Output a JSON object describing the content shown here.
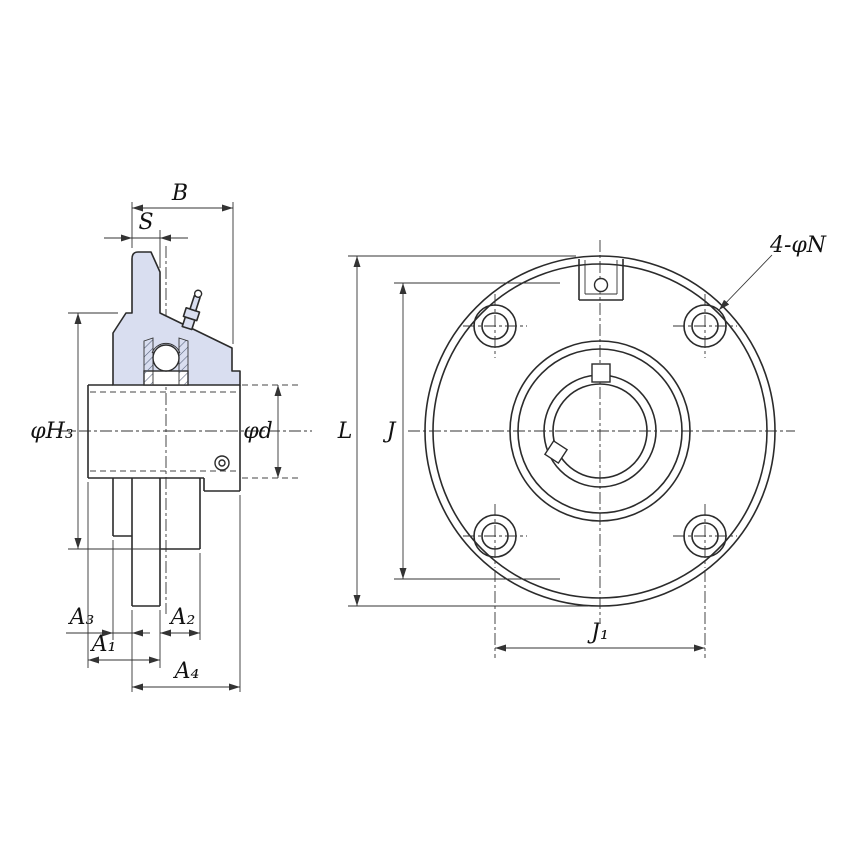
{
  "figure": {
    "colors": {
      "line": "#2b2b2b",
      "section_fill": "#d9def0",
      "background": "#ffffff"
    }
  },
  "views": {
    "side": {
      "dims": {
        "B": "B",
        "S": "S",
        "phi_h3": "φH₃",
        "phi_d": "φd",
        "a3": "A₃",
        "a1": "A₁",
        "a2": "A₂",
        "a4": "A₄"
      }
    },
    "front": {
      "dims": {
        "L": "L",
        "J": "J",
        "j1": "J₁",
        "bolt_note": "4-φN"
      }
    }
  }
}
